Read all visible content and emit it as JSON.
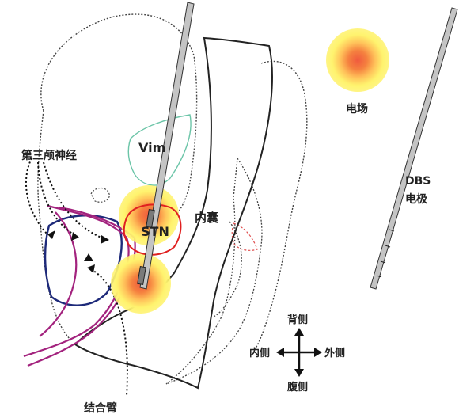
{
  "labels": {
    "vim": "Vim",
    "stn": "STN",
    "internal_capsule": "内囊",
    "trigeminal": "第三颅神经",
    "sup_cerebellar_peduncle": "结合臂",
    "electric_field": "电场",
    "dbs": "DBS",
    "electrode": "电极"
  },
  "compass": {
    "dorsal": "背侧",
    "ventral": "腹侧",
    "medial": "内侧",
    "lateral": "外侧"
  },
  "colors": {
    "field_outer": "#fff06a",
    "field_mid": "#ffb347",
    "field_inner": "#f36a4a",
    "vim_outline": "#6cc5a8",
    "stn_outline": "#e02020",
    "pathway_purple": "#a3237e",
    "pathway_navy": "#1e2a7a",
    "electrode_fill": "#c4c4c4"
  }
}
